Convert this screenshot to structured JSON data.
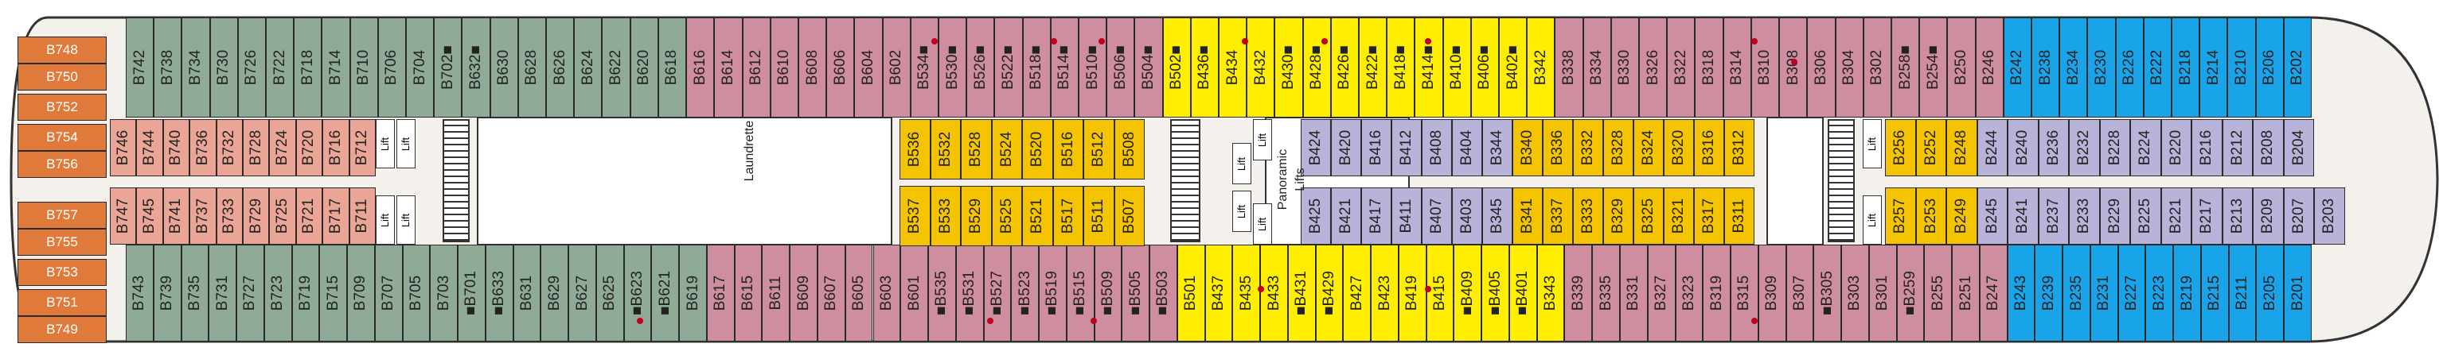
{
  "colors": {
    "green": "#8fab98",
    "pink": "#cf8ea0",
    "salmon": "#eba597",
    "yellow": "#ffee00",
    "gold": "#f5c400",
    "lavender": "#b7b3d9",
    "blue": "#19a3e8",
    "orange": "#e07a3a",
    "hull": "#f4f0ec"
  },
  "head_rows": [
    [
      {
        "label": "B748",
        "color": "orange"
      },
      {
        "label": "B750",
        "color": "orange"
      }
    ],
    [
      {
        "label": "B752",
        "color": "orange"
      }
    ],
    [
      {
        "label": "B754",
        "color": "orange"
      },
      {
        "label": "B756",
        "color": "orange"
      }
    ],
    [
      {
        "label": "B757",
        "color": "orange"
      },
      {
        "label": "B755",
        "color": "orange"
      }
    ],
    [
      {
        "label": "B753",
        "color": "orange"
      }
    ],
    [
      {
        "label": "B751",
        "color": "orange"
      },
      {
        "label": "B749",
        "color": "orange"
      }
    ]
  ],
  "row1": [
    {
      "label": "B742",
      "color": "green"
    },
    {
      "label": "B738",
      "color": "green"
    },
    {
      "label": "B734",
      "color": "green"
    },
    {
      "label": "B730",
      "color": "green"
    },
    {
      "label": "B726",
      "color": "green"
    },
    {
      "label": "B722",
      "color": "green"
    },
    {
      "label": "B718",
      "color": "green"
    },
    {
      "label": "B714",
      "color": "green"
    },
    {
      "label": "B710",
      "color": "green"
    },
    {
      "label": "B706",
      "color": "green"
    },
    {
      "label": "B704",
      "color": "green"
    },
    {
      "label": "B702■",
      "color": "green"
    },
    {
      "label": "B632■",
      "color": "green"
    },
    {
      "label": "B630",
      "color": "green"
    },
    {
      "label": "B628",
      "color": "green"
    },
    {
      "label": "B626",
      "color": "green"
    },
    {
      "label": "B624",
      "color": "green"
    },
    {
      "label": "B622",
      "color": "green"
    },
    {
      "label": "B620",
      "color": "green"
    },
    {
      "label": "B618",
      "color": "green"
    },
    {
      "label": "B616",
      "color": "pink"
    },
    {
      "label": "B614",
      "color": "pink"
    },
    {
      "label": "B612",
      "color": "pink"
    },
    {
      "label": "B610",
      "color": "pink"
    },
    {
      "label": "B608",
      "color": "pink"
    },
    {
      "label": "B606",
      "color": "pink"
    },
    {
      "label": "B604",
      "color": "pink"
    },
    {
      "label": "B602",
      "color": "pink"
    },
    {
      "label": "B534■",
      "color": "pink"
    },
    {
      "label": "B530■",
      "color": "pink"
    },
    {
      "label": "B526■",
      "color": "pink"
    },
    {
      "label": "B522■",
      "color": "pink"
    },
    {
      "label": "B518■",
      "color": "pink"
    },
    {
      "label": "B514■",
      "color": "pink"
    },
    {
      "label": "B510■",
      "color": "pink"
    },
    {
      "label": "B506■",
      "color": "pink"
    },
    {
      "label": "B504■",
      "color": "pink"
    },
    {
      "label": "B502■",
      "color": "yellow"
    },
    {
      "label": "B436■",
      "color": "yellow"
    },
    {
      "label": "B434",
      "color": "yellow"
    },
    {
      "label": "B432",
      "color": "yellow"
    },
    {
      "label": "B430■",
      "color": "yellow"
    },
    {
      "label": "B428■",
      "color": "yellow"
    },
    {
      "label": "B426■",
      "color": "yellow"
    },
    {
      "label": "B422■",
      "color": "yellow"
    },
    {
      "label": "B418■",
      "color": "yellow"
    },
    {
      "label": "B414■",
      "color": "yellow"
    },
    {
      "label": "B410■",
      "color": "yellow"
    },
    {
      "label": "B406■",
      "color": "yellow"
    },
    {
      "label": "B402■",
      "color": "yellow"
    },
    {
      "label": "B342",
      "color": "yellow"
    },
    {
      "label": "B338",
      "color": "pink"
    },
    {
      "label": "B334",
      "color": "pink"
    },
    {
      "label": "B330",
      "color": "pink"
    },
    {
      "label": "B326",
      "color": "pink"
    },
    {
      "label": "B322",
      "color": "pink"
    },
    {
      "label": "B318",
      "color": "pink"
    },
    {
      "label": "B314",
      "color": "pink"
    },
    {
      "label": "B310",
      "color": "pink"
    },
    {
      "label": "B308",
      "color": "pink"
    },
    {
      "label": "B306",
      "color": "pink"
    },
    {
      "label": "B304",
      "color": "pink"
    },
    {
      "label": "B302",
      "color": "pink"
    },
    {
      "label": "B258■",
      "color": "pink"
    },
    {
      "label": "B254■",
      "color": "pink"
    },
    {
      "label": "B250",
      "color": "pink"
    },
    {
      "label": "B246",
      "color": "pink"
    },
    {
      "label": "B242",
      "color": "blue"
    },
    {
      "label": "B238",
      "color": "blue"
    },
    {
      "label": "B234",
      "color": "blue"
    },
    {
      "label": "B230",
      "color": "blue"
    },
    {
      "label": "B226",
      "color": "blue"
    },
    {
      "label": "B222",
      "color": "blue"
    },
    {
      "label": "B218",
      "color": "blue"
    },
    {
      "label": "B214",
      "color": "blue"
    },
    {
      "label": "B210",
      "color": "blue"
    },
    {
      "label": "B206",
      "color": "blue"
    },
    {
      "label": "B202",
      "color": "blue"
    }
  ],
  "row6": [
    {
      "label": "B743",
      "color": "green"
    },
    {
      "label": "B739",
      "color": "green"
    },
    {
      "label": "B735",
      "color": "green"
    },
    {
      "label": "B731",
      "color": "green"
    },
    {
      "label": "B727",
      "color": "green"
    },
    {
      "label": "B723",
      "color": "green"
    },
    {
      "label": "B719",
      "color": "green"
    },
    {
      "label": "B715",
      "color": "green"
    },
    {
      "label": "B709",
      "color": "green"
    },
    {
      "label": "B707",
      "color": "green"
    },
    {
      "label": "B705",
      "color": "green"
    },
    {
      "label": "B703",
      "color": "green"
    },
    {
      "label": "■B701",
      "color": "green"
    },
    {
      "label": "■B633",
      "color": "green"
    },
    {
      "label": "B631",
      "color": "green"
    },
    {
      "label": "B629",
      "color": "green"
    },
    {
      "label": "B627",
      "color": "green"
    },
    {
      "label": "B625",
      "color": "green"
    },
    {
      "label": "■B623",
      "color": "green"
    },
    {
      "label": "■B621",
      "color": "green"
    },
    {
      "label": "B619",
      "color": "green"
    },
    {
      "label": "B617",
      "color": "pink"
    },
    {
      "label": "B615",
      "color": "pink"
    },
    {
      "label": "B611",
      "color": "pink"
    },
    {
      "label": "B609",
      "color": "pink"
    },
    {
      "label": "B607",
      "color": "pink"
    },
    {
      "label": "B605",
      "color": "pink"
    },
    {
      "label": "B603",
      "color": "pink"
    },
    {
      "label": "B601",
      "color": "pink"
    },
    {
      "label": "■B535",
      "color": "pink"
    },
    {
      "label": "■B531",
      "color": "pink"
    },
    {
      "label": "■B527",
      "color": "pink"
    },
    {
      "label": "■B523",
      "color": "pink"
    },
    {
      "label": "■B519",
      "color": "pink"
    },
    {
      "label": "■B515",
      "color": "pink"
    },
    {
      "label": "■B509",
      "color": "pink"
    },
    {
      "label": "■B505",
      "color": "pink"
    },
    {
      "label": "■B503",
      "color": "pink"
    },
    {
      "label": "B501",
      "color": "yellow"
    },
    {
      "label": "B437",
      "color": "yellow"
    },
    {
      "label": "B435",
      "color": "yellow"
    },
    {
      "label": "B433",
      "color": "yellow"
    },
    {
      "label": "■B431",
      "color": "yellow"
    },
    {
      "label": "■B429",
      "color": "yellow"
    },
    {
      "label": "B427",
      "color": "yellow"
    },
    {
      "label": "B423",
      "color": "yellow"
    },
    {
      "label": "B419",
      "color": "yellow"
    },
    {
      "label": "B415",
      "color": "yellow"
    },
    {
      "label": "■B409",
      "color": "yellow"
    },
    {
      "label": "■B405",
      "color": "yellow"
    },
    {
      "label": "■B401",
      "color": "yellow"
    },
    {
      "label": "B343",
      "color": "yellow"
    },
    {
      "label": "B339",
      "color": "pink"
    },
    {
      "label": "B335",
      "color": "pink"
    },
    {
      "label": "B331",
      "color": "pink"
    },
    {
      "label": "B327",
      "color": "pink"
    },
    {
      "label": "B323",
      "color": "pink"
    },
    {
      "label": "B319",
      "color": "pink"
    },
    {
      "label": "B315",
      "color": "pink"
    },
    {
      "label": "B309",
      "color": "pink"
    },
    {
      "label": "B307",
      "color": "pink"
    },
    {
      "label": "■B305",
      "color": "pink"
    },
    {
      "label": "B303",
      "color": "pink"
    },
    {
      "label": "B301",
      "color": "pink"
    },
    {
      "label": "■B259",
      "color": "pink"
    },
    {
      "label": "B255",
      "color": "pink"
    },
    {
      "label": "B251",
      "color": "pink"
    },
    {
      "label": "B247",
      "color": "pink"
    },
    {
      "label": "B243",
      "color": "blue"
    },
    {
      "label": "B239",
      "color": "blue"
    },
    {
      "label": "B235",
      "color": "blue"
    },
    {
      "label": "B231",
      "color": "blue"
    },
    {
      "label": "B227",
      "color": "blue"
    },
    {
      "label": "B223",
      "color": "blue"
    },
    {
      "label": "B219",
      "color": "blue"
    },
    {
      "label": "B215",
      "color": "blue"
    },
    {
      "label": "B211",
      "color": "blue"
    },
    {
      "label": "B205",
      "color": "blue"
    },
    {
      "label": "B201",
      "color": "blue"
    }
  ],
  "row2_aft": [
    {
      "label": "B746",
      "color": "salmon"
    },
    {
      "label": "B744",
      "color": "salmon"
    },
    {
      "label": "B740",
      "color": "salmon"
    },
    {
      "label": "B736",
      "color": "salmon"
    },
    {
      "label": "B732",
      "color": "salmon"
    },
    {
      "label": "B728",
      "color": "salmon"
    },
    {
      "label": "B724",
      "color": "salmon"
    },
    {
      "label": "B720",
      "color": "salmon"
    },
    {
      "label": "B716",
      "color": "salmon"
    },
    {
      "label": "B712",
      "color": "salmon"
    }
  ],
  "row5_aft": [
    {
      "label": "B747",
      "color": "salmon"
    },
    {
      "label": "B745",
      "color": "salmon"
    },
    {
      "label": "B741",
      "color": "salmon"
    },
    {
      "label": "B737",
      "color": "salmon"
    },
    {
      "label": "B733",
      "color": "salmon"
    },
    {
      "label": "B729",
      "color": "salmon"
    },
    {
      "label": "B725",
      "color": "salmon"
    },
    {
      "label": "B721",
      "color": "salmon"
    },
    {
      "label": "B717",
      "color": "salmon"
    },
    {
      "label": "B711",
      "color": "salmon"
    }
  ],
  "row2_mid": [
    {
      "label": "B536",
      "color": "gold"
    },
    {
      "label": "B532",
      "color": "gold"
    },
    {
      "label": "B528",
      "color": "gold"
    },
    {
      "label": "B524",
      "color": "gold"
    },
    {
      "label": "B520",
      "color": "gold"
    },
    {
      "label": "B516",
      "color": "gold"
    },
    {
      "label": "B512",
      "color": "gold"
    },
    {
      "label": "B508",
      "color": "gold"
    }
  ],
  "row5_mid": [
    {
      "label": "B537",
      "color": "gold"
    },
    {
      "label": "B533",
      "color": "gold"
    },
    {
      "label": "B529",
      "color": "gold"
    },
    {
      "label": "B525",
      "color": "gold"
    },
    {
      "label": "B521",
      "color": "gold"
    },
    {
      "label": "B517",
      "color": "gold"
    },
    {
      "label": "B511",
      "color": "gold"
    },
    {
      "label": "B507",
      "color": "gold"
    }
  ],
  "row2_fwd": [
    {
      "label": "B424",
      "color": "lavender"
    },
    {
      "label": "B420",
      "color": "lavender"
    },
    {
      "label": "B416",
      "color": "lavender"
    },
    {
      "label": "B412",
      "color": "lavender"
    },
    {
      "label": "B408",
      "color": "lavender"
    },
    {
      "label": "B404",
      "color": "lavender"
    },
    {
      "label": "B344",
      "color": "lavender"
    },
    {
      "label": "B340",
      "color": "gold"
    },
    {
      "label": "B336",
      "color": "gold"
    },
    {
      "label": "B332",
      "color": "gold"
    },
    {
      "label": "B328",
      "color": "gold"
    },
    {
      "label": "B324",
      "color": "gold"
    },
    {
      "label": "B320",
      "color": "gold"
    },
    {
      "label": "B316",
      "color": "gold"
    },
    {
      "label": "B312",
      "color": "gold"
    }
  ],
  "row5_fwd": [
    {
      "label": "B425",
      "color": "lavender"
    },
    {
      "label": "B421",
      "color": "lavender"
    },
    {
      "label": "B417",
      "color": "lavender"
    },
    {
      "label": "B411",
      "color": "lavender"
    },
    {
      "label": "B407",
      "color": "lavender"
    },
    {
      "label": "B403",
      "color": "lavender"
    },
    {
      "label": "B345",
      "color": "lavender"
    },
    {
      "label": "B341",
      "color": "gold"
    },
    {
      "label": "B337",
      "color": "gold"
    },
    {
      "label": "B333",
      "color": "gold"
    },
    {
      "label": "B329",
      "color": "gold"
    },
    {
      "label": "B325",
      "color": "gold"
    },
    {
      "label": "B321",
      "color": "gold"
    },
    {
      "label": "B317",
      "color": "gold"
    },
    {
      "label": "B311",
      "color": "gold"
    }
  ],
  "row2_bow": [
    {
      "label": "B256",
      "color": "gold"
    },
    {
      "label": "B252",
      "color": "gold"
    },
    {
      "label": "B248",
      "color": "gold"
    },
    {
      "label": "B244",
      "color": "lavender"
    },
    {
      "label": "B240",
      "color": "lavender"
    },
    {
      "label": "B236",
      "color": "lavender"
    },
    {
      "label": "B232",
      "color": "lavender"
    },
    {
      "label": "B228",
      "color": "lavender"
    },
    {
      "label": "B224",
      "color": "lavender"
    },
    {
      "label": "B220",
      "color": "lavender"
    },
    {
      "label": "B216",
      "color": "lavender"
    },
    {
      "label": "B212",
      "color": "lavender"
    },
    {
      "label": "B208",
      "color": "lavender"
    },
    {
      "label": "B204",
      "color": "lavender"
    }
  ],
  "row5_bow": [
    {
      "label": "B257",
      "color": "gold"
    },
    {
      "label": "B253",
      "color": "gold"
    },
    {
      "label": "B249",
      "color": "gold"
    },
    {
      "label": "B245",
      "color": "lavender"
    },
    {
      "label": "B241",
      "color": "lavender"
    },
    {
      "label": "B237",
      "color": "lavender"
    },
    {
      "label": "B233",
      "color": "lavender"
    },
    {
      "label": "B229",
      "color": "lavender"
    },
    {
      "label": "B225",
      "color": "lavender"
    },
    {
      "label": "B221",
      "color": "lavender"
    },
    {
      "label": "B217",
      "color": "lavender"
    },
    {
      "label": "B213",
      "color": "lavender"
    },
    {
      "label": "B209",
      "color": "lavender"
    },
    {
      "label": "B207",
      "color": "lavender"
    },
    {
      "label": "B203",
      "color": "lavender"
    }
  ],
  "lift_label": "Lift",
  "laundrette_label": "Laundrette",
  "panoramic_label": "Panoramic",
  "lifts_label": "Lifts"
}
